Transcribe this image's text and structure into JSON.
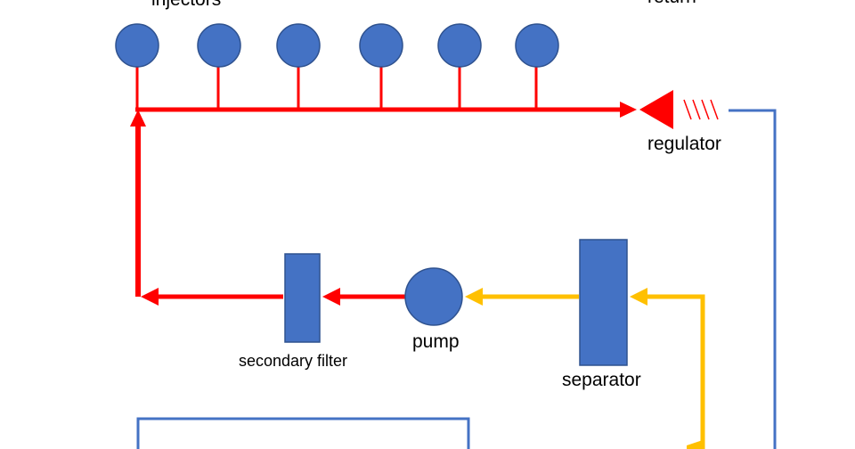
{
  "colors": {
    "component": "#4472C4",
    "component_stroke": "#2F528F",
    "pressure_line": "#FF0000",
    "feed_line": "#FFC000",
    "return_line": "#4472C4"
  },
  "labels": {
    "injectors": "injectors",
    "return": "return",
    "regulator": "regulator",
    "pump": "pump",
    "secondary_filter": "secondary filter",
    "separator": "separator"
  },
  "icons": {
    "injector": "circle",
    "pump": "circle",
    "regulator": "triangle-with-spring",
    "filter": "rectangle",
    "separator": "rectangle"
  }
}
